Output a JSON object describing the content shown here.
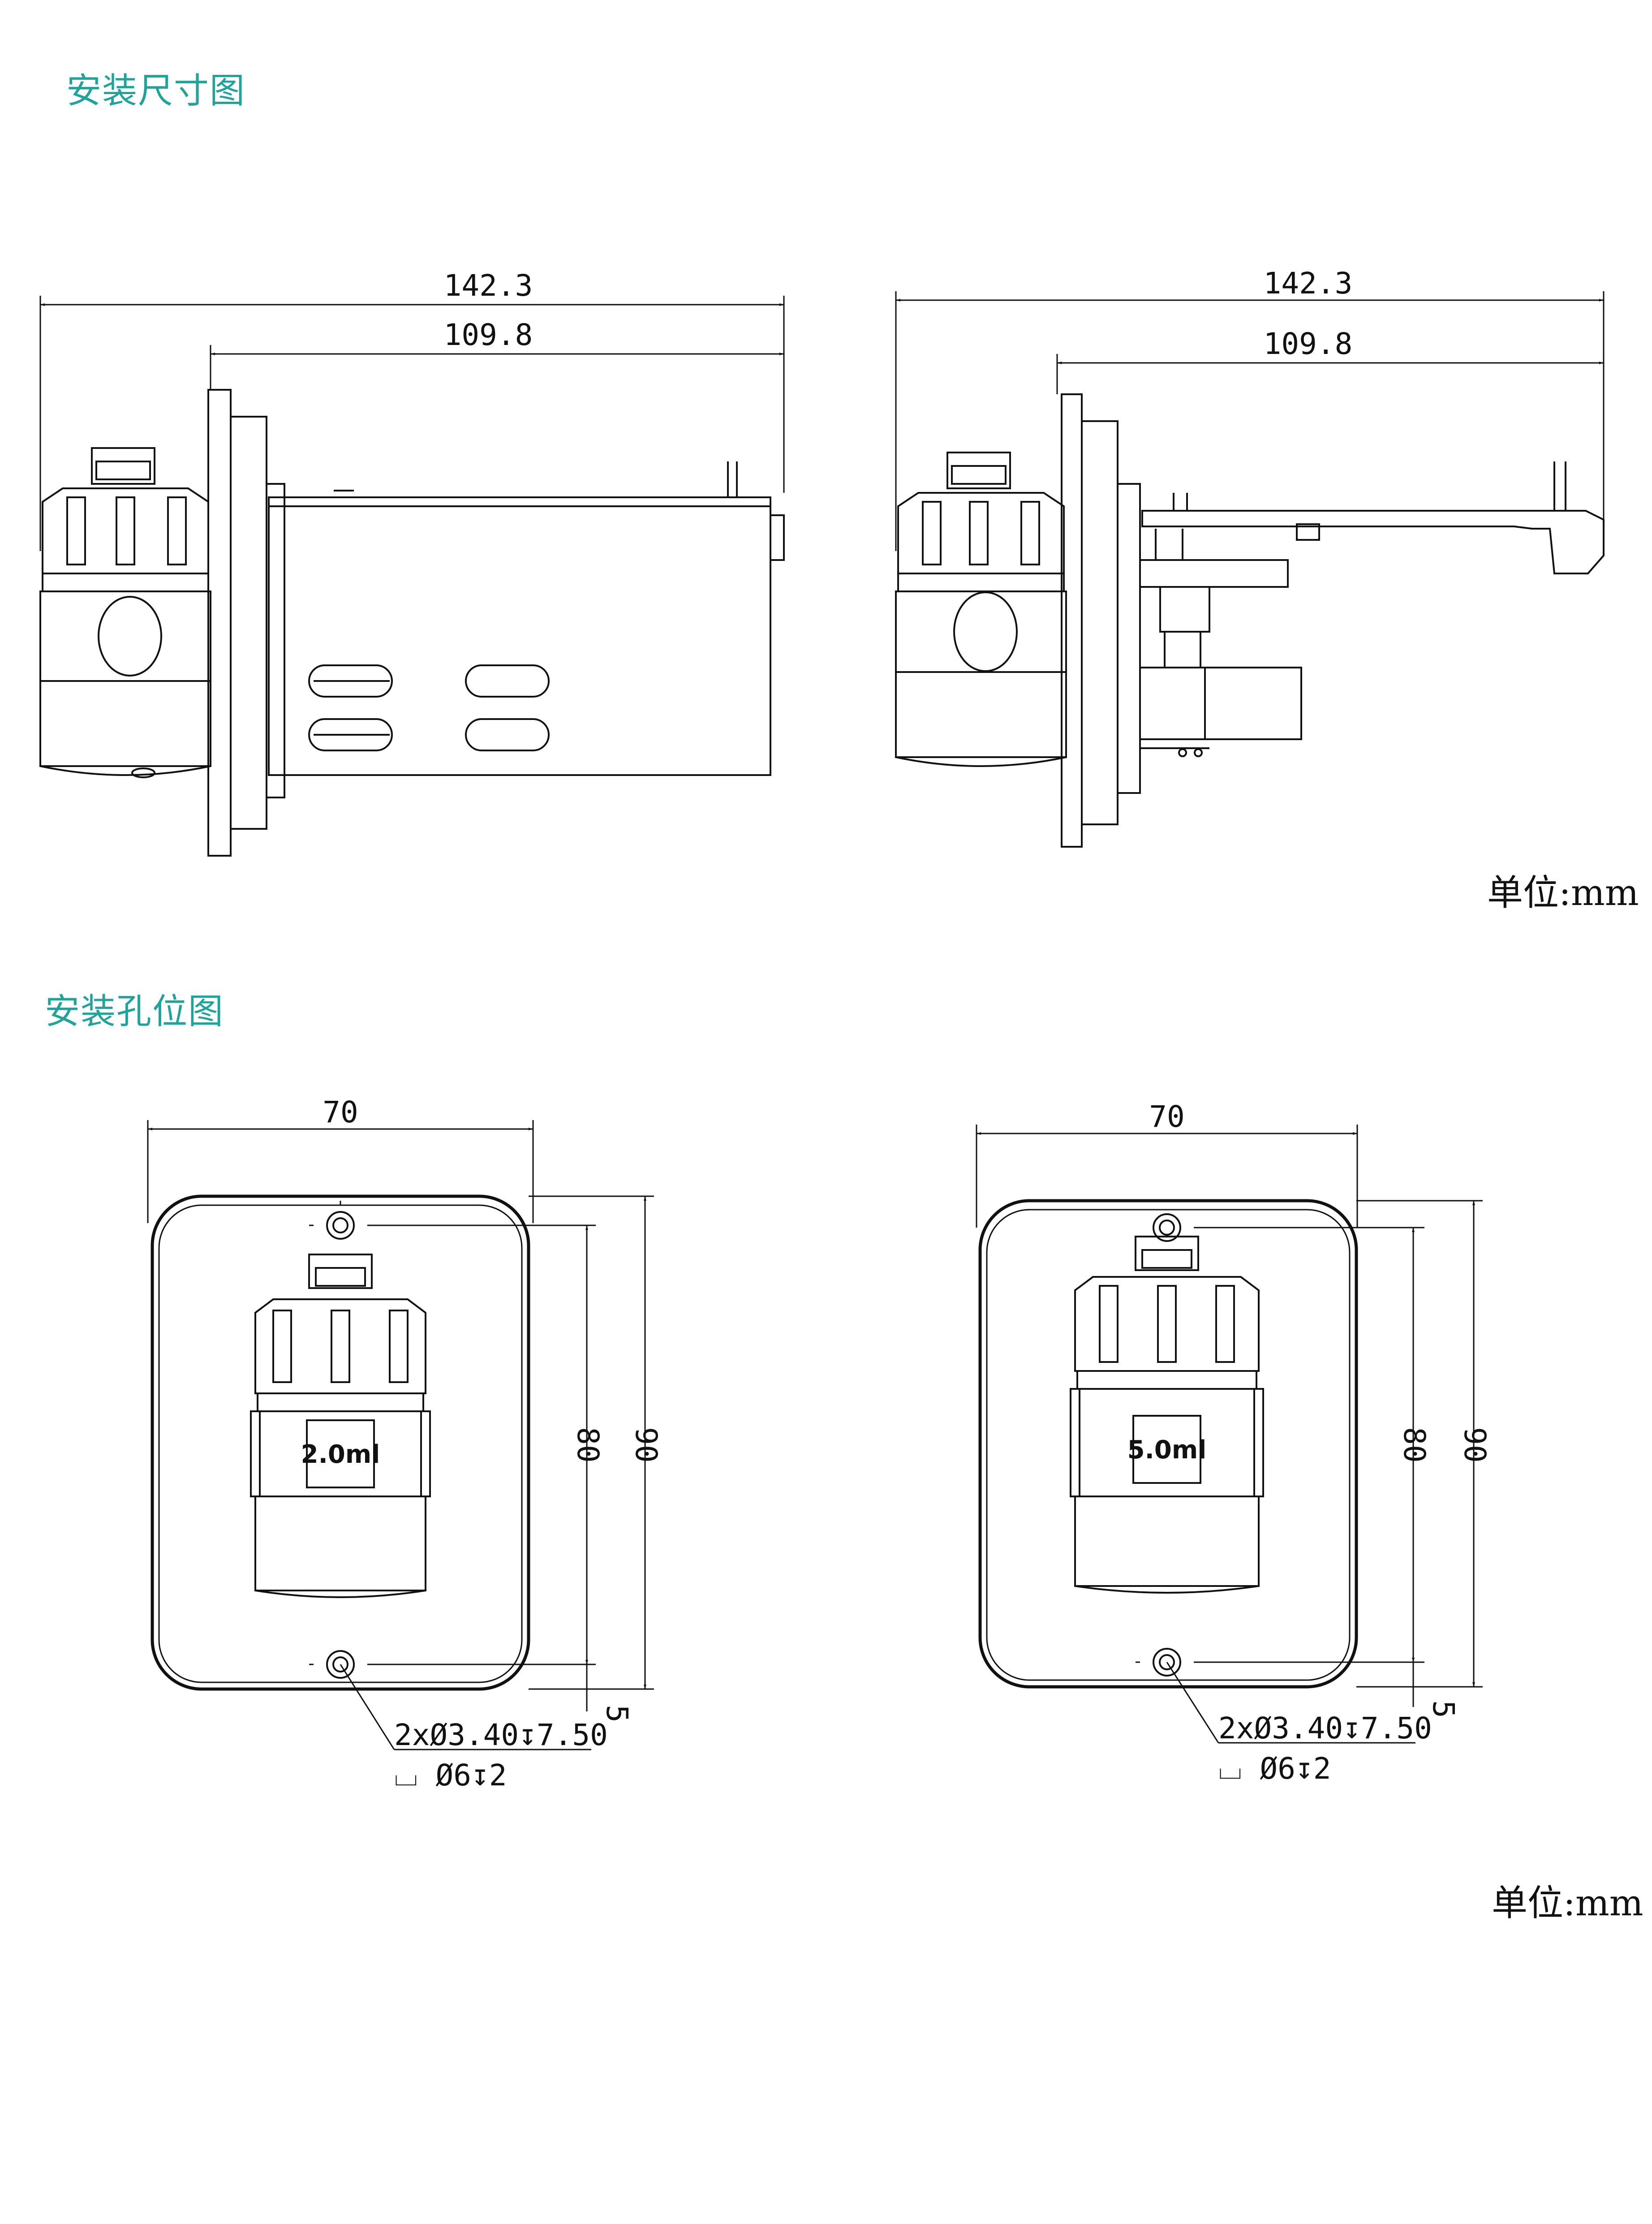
{
  "sections": {
    "install_size_title": "安装尺寸图",
    "install_hole_title": "安装孔位图"
  },
  "top_views": {
    "left": {
      "overall_dim": "142.3",
      "depth_dim": "109.8"
    },
    "right": {
      "overall_dim": "142.3",
      "depth_dim": "109.8"
    },
    "unit": "单位:mm"
  },
  "hole_views": {
    "left": {
      "width_dim": "70",
      "hole_spacing_dim": "80",
      "height_dim": "90",
      "edge_dim": "5",
      "hole_spec": "2xØ3.40↧7.50",
      "counterbore_spec": "⌴ Ø6↧2",
      "volume_label": "2.0ml"
    },
    "right": {
      "width_dim": "70",
      "hole_spacing_dim": "80",
      "height_dim": "90",
      "edge_dim": "5",
      "hole_spec": "2xØ3.40↧7.50",
      "counterbore_spec": "⌴ Ø6↧2",
      "volume_label": "5.0ml"
    },
    "unit": "单位:mm"
  }
}
